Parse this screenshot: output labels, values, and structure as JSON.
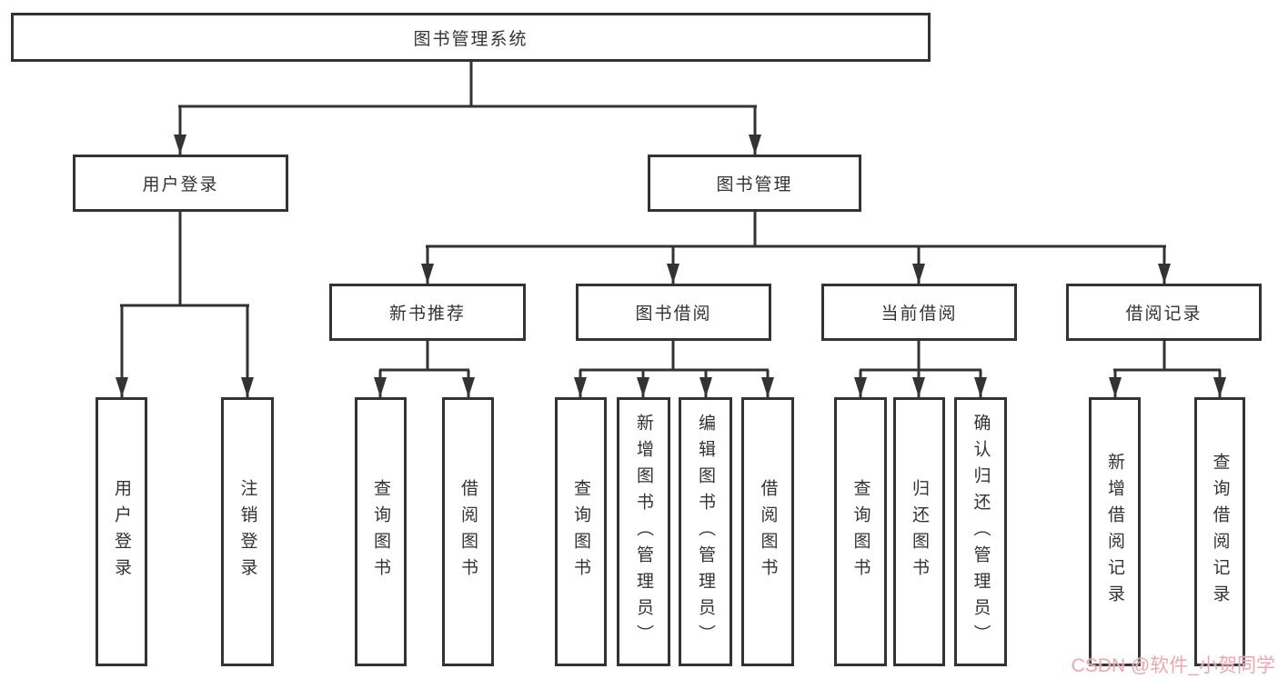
{
  "colors": {
    "line-color": "#333333",
    "box-border": "#333333",
    "text-color": "#333333",
    "bg-color": "#ffffff",
    "watermark-color": "#f1a5b0"
  },
  "watermark": {
    "text": "CSDN @软件_小贺同学"
  },
  "tree": {
    "label": "图书管理系统",
    "children": [
      {
        "label": "用户登录",
        "children": [
          {
            "label": "用户登录"
          },
          {
            "label": "注销登录"
          }
        ]
      },
      {
        "label": "图书管理",
        "children": [
          {
            "label": "新书推荐",
            "children": [
              {
                "label": "查询图书"
              },
              {
                "label": "借阅图书"
              }
            ]
          },
          {
            "label": "图书借阅",
            "children": [
              {
                "label": "查询图书"
              },
              {
                "label": "新增图书（管理员）"
              },
              {
                "label": "编辑图书（管理员）"
              },
              {
                "label": "借阅图书"
              }
            ]
          },
          {
            "label": "当前借阅",
            "children": [
              {
                "label": "查询图书"
              },
              {
                "label": "归还图书"
              },
              {
                "label": "确认归还（管理员）"
              }
            ]
          },
          {
            "label": "借阅记录",
            "children": [
              {
                "label": "新增借阅记录"
              },
              {
                "label": "查询借阅记录"
              }
            ]
          }
        ]
      }
    ]
  }
}
